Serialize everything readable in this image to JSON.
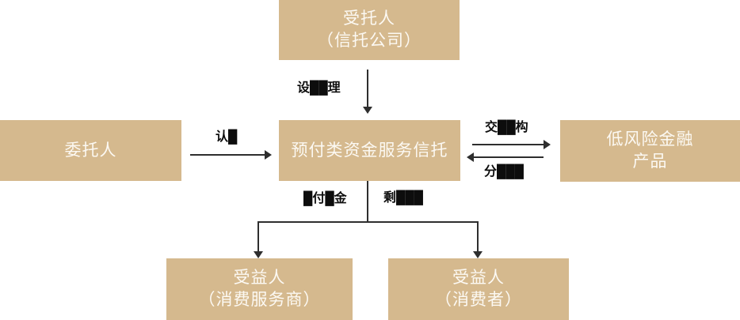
{
  "diagram": {
    "background": "#ffffff",
    "node_fill": "#d5b98e",
    "node_text_color": "#fcf9f3",
    "connector_color": "#2e2e2e",
    "edge_label_color": "#0d0d0d"
  },
  "nodes": {
    "trustee": {
      "line1": "受托人",
      "line2": "（信托公司）"
    },
    "settlor": {
      "line1": "委托人"
    },
    "trust": {
      "line1": "预付类资金服务信托"
    },
    "product": {
      "line1": "低风险金融",
      "line2": "产品"
    },
    "beneficiary_provider": {
      "line1": "受益人",
      "line2": "（消费服务商）"
    },
    "beneficiary_consumer": {
      "line1": "受益人",
      "line2": "（消费者）"
    }
  },
  "edge_labels": {
    "trustee_to_trust": "设██理",
    "settlor_to_trust": "认█",
    "trust_to_product": "交██构",
    "product_to_trust": "分███",
    "trust_to_provider": "█付█金",
    "trust_to_consumer": "剩███"
  }
}
